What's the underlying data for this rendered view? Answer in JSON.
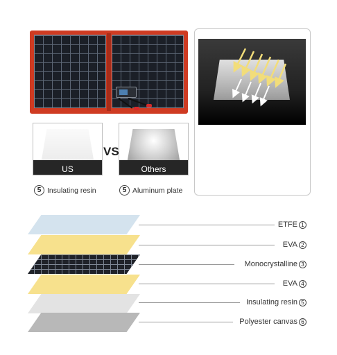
{
  "comparison": {
    "left_label": "US",
    "right_label": "Others",
    "vs_text": "VS",
    "captions": [
      {
        "number": "5",
        "text": "Insulating resin"
      },
      {
        "number": "5",
        "text": "Aluminum plate"
      }
    ]
  },
  "layers": [
    {
      "label": "ETFE",
      "number": "1"
    },
    {
      "label": "EVA",
      "number": "2"
    },
    {
      "label": "Monocrystalline",
      "number": "3"
    },
    {
      "label": "EVA",
      "number": "4"
    },
    {
      "label": "Insulating resin",
      "number": "5"
    },
    {
      "label": "Polyester canvas",
      "number": "6"
    }
  ],
  "colors": {
    "panel_frame": "#cf3b22",
    "cell_dark": "#1b1f27",
    "eva_yellow": "#f7e18d",
    "etfe_blue": "#cfe0ec"
  }
}
